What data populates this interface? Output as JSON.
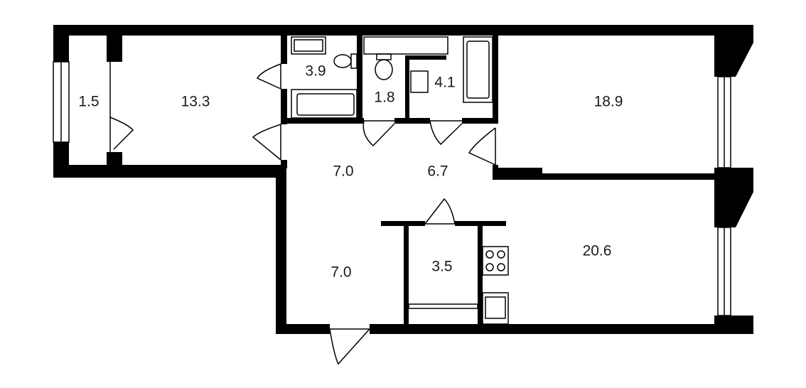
{
  "plan": {
    "rooms": [
      {
        "id": "loggia",
        "area": "1.5"
      },
      {
        "id": "bedroom-1",
        "area": "13.3"
      },
      {
        "id": "bathroom-1",
        "area": "3.9"
      },
      {
        "id": "wc",
        "area": "1.8"
      },
      {
        "id": "bathroom-2",
        "area": "4.1"
      },
      {
        "id": "bedroom-2",
        "area": "18.9"
      },
      {
        "id": "hall-1",
        "area": "7.0"
      },
      {
        "id": "hall-2",
        "area": "6.7"
      },
      {
        "id": "entrance-hall",
        "area": "7.0"
      },
      {
        "id": "storage",
        "area": "3.5"
      },
      {
        "id": "kitchen",
        "area": "20.6"
      }
    ],
    "colors": {
      "wall": "#000000",
      "background": "#ffffff",
      "text": "#1a1a1a"
    }
  }
}
